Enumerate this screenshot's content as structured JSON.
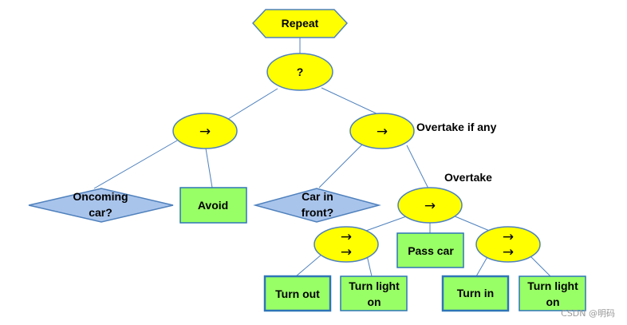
{
  "colors": {
    "node_fill": "#ffff00",
    "node_stroke": "#4f81bd",
    "condition_fill": "#a9c4eb",
    "action_fill": "#99ff66",
    "action_stroke": "#2e75b6",
    "edge": "#4f81bd"
  },
  "nodes": {
    "repeat": {
      "label": "Repeat"
    },
    "selector": {
      "label": "?"
    },
    "seq_left": {
      "label": "→"
    },
    "seq_overtake_if_any": {
      "label": "→",
      "side_label": "Overtake if any"
    },
    "oncoming_car": {
      "label_line1": "Oncoming",
      "label_line2": "car?"
    },
    "avoid": {
      "label": "Avoid"
    },
    "car_in_front": {
      "label_line1": "Car in",
      "label_line2": "front?"
    },
    "seq_overtake": {
      "label": "→",
      "side_label": "Overtake"
    },
    "seq_turn_out": {
      "label_line1": "→",
      "label_line2": "→"
    },
    "pass_car": {
      "label": "Pass car"
    },
    "seq_turn_in": {
      "label_line1": "→",
      "label_line2": "→"
    },
    "turn_out": {
      "label": "Turn out"
    },
    "turn_light_on_1": {
      "label_line1": "Turn light",
      "label_line2": "on"
    },
    "turn_in": {
      "label": "Turn in"
    },
    "turn_light_on_2": {
      "label_line1": "Turn light",
      "label_line2": "on"
    }
  },
  "watermark": "CSDN @明码"
}
